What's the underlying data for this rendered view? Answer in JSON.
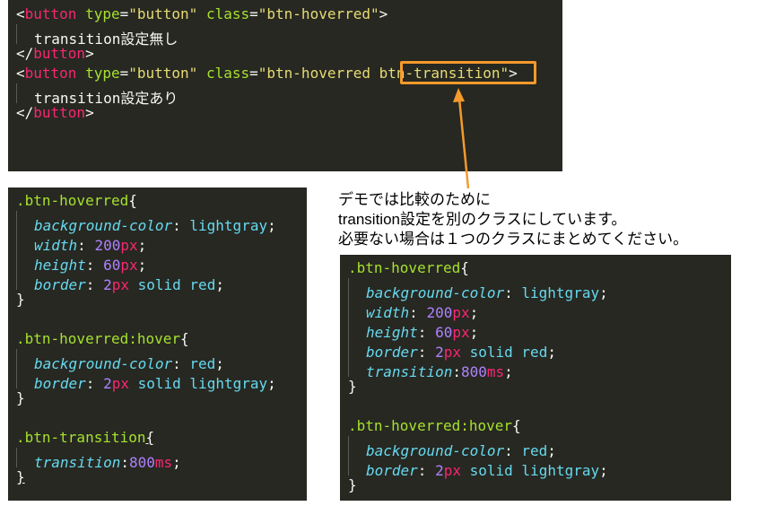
{
  "html_panel": {
    "lines": [
      {
        "indent": 0,
        "tokens": [
          {
            "c": "t-punc",
            "t": "<"
          },
          {
            "c": "t-tag",
            "t": "button"
          },
          {
            "c": "t-txt",
            "t": " "
          },
          {
            "c": "t-attr",
            "t": "type"
          },
          {
            "c": "t-punc",
            "t": "="
          },
          {
            "c": "t-str",
            "t": "\"button\""
          },
          {
            "c": "t-txt",
            "t": " "
          },
          {
            "c": "t-attr",
            "t": "class"
          },
          {
            "c": "t-punc",
            "t": "="
          },
          {
            "c": "t-str",
            "t": "\"btn-hoverred\""
          },
          {
            "c": "t-punc",
            "t": ">"
          }
        ]
      },
      {
        "indent": 1,
        "tokens": [
          {
            "c": "t-txt",
            "t": "transition設定無し"
          }
        ]
      },
      {
        "indent": 0,
        "tokens": [
          {
            "c": "t-punc",
            "t": "</"
          },
          {
            "c": "t-tag",
            "t": "button"
          },
          {
            "c": "t-punc",
            "t": ">"
          }
        ]
      },
      {
        "indent": 0,
        "tokens": [
          {
            "c": "t-punc",
            "t": "<"
          },
          {
            "c": "t-tag",
            "t": "button"
          },
          {
            "c": "t-txt",
            "t": " "
          },
          {
            "c": "t-attr",
            "t": "type"
          },
          {
            "c": "t-punc",
            "t": "="
          },
          {
            "c": "t-str",
            "t": "\"button\""
          },
          {
            "c": "t-txt",
            "t": " "
          },
          {
            "c": "t-attr",
            "t": "class"
          },
          {
            "c": "t-punc",
            "t": "="
          },
          {
            "c": "t-str",
            "t": "\"btn-hoverred btn-transition\""
          },
          {
            "c": "t-punc",
            "t": ">"
          }
        ]
      },
      {
        "indent": 1,
        "tokens": [
          {
            "c": "t-txt",
            "t": "transition設定あり"
          }
        ]
      },
      {
        "indent": 0,
        "tokens": [
          {
            "c": "t-punc",
            "t": "</"
          },
          {
            "c": "t-tag",
            "t": "button"
          },
          {
            "c": "t-punc",
            "t": ">"
          }
        ]
      }
    ]
  },
  "css_left_panel": {
    "lines": [
      {
        "indent": 0,
        "tokens": [
          {
            "c": "t-sel",
            "t": ".btn-hoverred"
          },
          {
            "c": "t-punc",
            "t": "{"
          }
        ]
      },
      {
        "indent": 1,
        "tokens": [
          {
            "c": "t-prop",
            "t": "background-color"
          },
          {
            "c": "t-punc",
            "t": ": "
          },
          {
            "c": "t-kw",
            "t": "lightgray"
          },
          {
            "c": "t-punc",
            "t": ";"
          }
        ]
      },
      {
        "indent": 1,
        "tokens": [
          {
            "c": "t-prop",
            "t": "width"
          },
          {
            "c": "t-punc",
            "t": ": "
          },
          {
            "c": "t-num",
            "t": "200"
          },
          {
            "c": "t-unit",
            "t": "px"
          },
          {
            "c": "t-punc",
            "t": ";"
          }
        ]
      },
      {
        "indent": 1,
        "tokens": [
          {
            "c": "t-prop",
            "t": "height"
          },
          {
            "c": "t-punc",
            "t": ": "
          },
          {
            "c": "t-num",
            "t": "60"
          },
          {
            "c": "t-unit",
            "t": "px"
          },
          {
            "c": "t-punc",
            "t": ";"
          }
        ]
      },
      {
        "indent": 1,
        "tokens": [
          {
            "c": "t-prop",
            "t": "border"
          },
          {
            "c": "t-punc",
            "t": ": "
          },
          {
            "c": "t-num",
            "t": "2"
          },
          {
            "c": "t-unit",
            "t": "px"
          },
          {
            "c": "t-txt",
            "t": " "
          },
          {
            "c": "t-kw",
            "t": "solid"
          },
          {
            "c": "t-txt",
            "t": " "
          },
          {
            "c": "t-kw",
            "t": "red"
          },
          {
            "c": "t-punc",
            "t": ";"
          }
        ]
      },
      {
        "indent": 0,
        "tokens": [
          {
            "c": "t-punc",
            "t": "}"
          }
        ]
      },
      {
        "indent": 0,
        "tokens": []
      },
      {
        "indent": 0,
        "tokens": [
          {
            "c": "t-sel",
            "t": ".btn-hoverred:hover"
          },
          {
            "c": "t-punc",
            "t": "{"
          }
        ]
      },
      {
        "indent": 1,
        "tokens": [
          {
            "c": "t-prop",
            "t": "background-color"
          },
          {
            "c": "t-punc",
            "t": ": "
          },
          {
            "c": "t-kw",
            "t": "red"
          },
          {
            "c": "t-punc",
            "t": ";"
          }
        ]
      },
      {
        "indent": 1,
        "tokens": [
          {
            "c": "t-prop",
            "t": "border"
          },
          {
            "c": "t-punc",
            "t": ": "
          },
          {
            "c": "t-num",
            "t": "2"
          },
          {
            "c": "t-unit",
            "t": "px"
          },
          {
            "c": "t-txt",
            "t": " "
          },
          {
            "c": "t-kw",
            "t": "solid"
          },
          {
            "c": "t-txt",
            "t": " "
          },
          {
            "c": "t-kw",
            "t": "lightgray"
          },
          {
            "c": "t-punc",
            "t": ";"
          }
        ]
      },
      {
        "indent": 0,
        "tokens": [
          {
            "c": "t-punc",
            "t": "}"
          }
        ]
      },
      {
        "indent": 0,
        "tokens": []
      },
      {
        "indent": 0,
        "tokens": [
          {
            "c": "t-sel",
            "t": ".btn-transition"
          },
          {
            "c": "t-punc underline",
            "t": "{"
          }
        ]
      },
      {
        "indent": 1,
        "tokens": [
          {
            "c": "t-prop",
            "t": "transition"
          },
          {
            "c": "t-punc",
            "t": ":"
          },
          {
            "c": "t-num",
            "t": "800"
          },
          {
            "c": "t-unit",
            "t": "ms"
          },
          {
            "c": "t-punc",
            "t": ";"
          }
        ]
      },
      {
        "indent": 0,
        "tokens": [
          {
            "c": "t-punc underline",
            "t": "}"
          }
        ]
      }
    ]
  },
  "css_right_panel": {
    "lines": [
      {
        "indent": 0,
        "tokens": [
          {
            "c": "t-sel",
            "t": ".btn-hoverred"
          },
          {
            "c": "t-punc",
            "t": "{"
          }
        ]
      },
      {
        "indent": 1,
        "tokens": [
          {
            "c": "t-prop",
            "t": "background-color"
          },
          {
            "c": "t-punc",
            "t": ": "
          },
          {
            "c": "t-kw",
            "t": "lightgray"
          },
          {
            "c": "t-punc",
            "t": ";"
          }
        ]
      },
      {
        "indent": 1,
        "tokens": [
          {
            "c": "t-prop",
            "t": "width"
          },
          {
            "c": "t-punc",
            "t": ": "
          },
          {
            "c": "t-num",
            "t": "200"
          },
          {
            "c": "t-unit",
            "t": "px"
          },
          {
            "c": "t-punc",
            "t": ";"
          }
        ]
      },
      {
        "indent": 1,
        "tokens": [
          {
            "c": "t-prop",
            "t": "height"
          },
          {
            "c": "t-punc",
            "t": ": "
          },
          {
            "c": "t-num",
            "t": "60"
          },
          {
            "c": "t-unit",
            "t": "px"
          },
          {
            "c": "t-punc",
            "t": ";"
          }
        ]
      },
      {
        "indent": 1,
        "tokens": [
          {
            "c": "t-prop",
            "t": "border"
          },
          {
            "c": "t-punc",
            "t": ": "
          },
          {
            "c": "t-num",
            "t": "2"
          },
          {
            "c": "t-unit",
            "t": "px"
          },
          {
            "c": "t-txt",
            "t": " "
          },
          {
            "c": "t-kw",
            "t": "solid"
          },
          {
            "c": "t-txt",
            "t": " "
          },
          {
            "c": "t-kw",
            "t": "red"
          },
          {
            "c": "t-punc",
            "t": ";"
          }
        ]
      },
      {
        "indent": 1,
        "tokens": [
          {
            "c": "t-prop",
            "t": "transition"
          },
          {
            "c": "t-punc",
            "t": ":"
          },
          {
            "c": "t-num",
            "t": "800"
          },
          {
            "c": "t-unit",
            "t": "ms"
          },
          {
            "c": "t-punc",
            "t": ";"
          }
        ]
      },
      {
        "indent": 0,
        "tokens": [
          {
            "c": "t-punc",
            "t": "}"
          }
        ]
      },
      {
        "indent": 0,
        "tokens": []
      },
      {
        "indent": 0,
        "tokens": [
          {
            "c": "t-sel",
            "t": ".btn-hoverred:hover"
          },
          {
            "c": "t-punc",
            "t": "{"
          }
        ]
      },
      {
        "indent": 1,
        "tokens": [
          {
            "c": "t-prop",
            "t": "background-color"
          },
          {
            "c": "t-punc",
            "t": ": "
          },
          {
            "c": "t-kw",
            "t": "red"
          },
          {
            "c": "t-punc",
            "t": ";"
          }
        ]
      },
      {
        "indent": 1,
        "tokens": [
          {
            "c": "t-prop",
            "t": "border"
          },
          {
            "c": "t-punc",
            "t": ": "
          },
          {
            "c": "t-num",
            "t": "2"
          },
          {
            "c": "t-unit",
            "t": "px"
          },
          {
            "c": "t-txt",
            "t": " "
          },
          {
            "c": "t-kw",
            "t": "solid"
          },
          {
            "c": "t-txt",
            "t": " "
          },
          {
            "c": "t-kw",
            "t": "lightgray"
          },
          {
            "c": "t-punc",
            "t": ";"
          }
        ]
      },
      {
        "indent": 0,
        "tokens": [
          {
            "c": "t-punc",
            "t": "}"
          }
        ]
      }
    ]
  },
  "callout": {
    "line1": "デモでは比較のために",
    "line2": "transition設定を別のクラスにしています。",
    "line3": "必要ない場合は１つのクラスにまとめてください。"
  },
  "colors": {
    "editor_bg": "#272822",
    "highlight_accent": "#f59a2c"
  }
}
